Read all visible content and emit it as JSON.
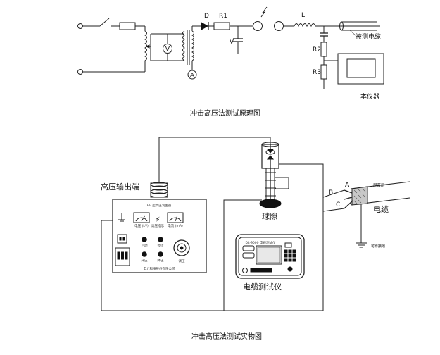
{
  "schematic": {
    "caption": "冲击高压法测试原理图",
    "labels": {
      "diode": "D",
      "resistor1": "R1",
      "capacitor": "V",
      "inductor": "L",
      "resistor2": "R2",
      "resistor3": "R3",
      "voltmeter": "V",
      "ammeter": "A",
      "cable": "被测电缆",
      "instrument": "本仪器"
    }
  },
  "physical": {
    "caption": "冲击高压法测试实物图",
    "hv_output": "高压输出端",
    "sphere_gap": "球隙",
    "tester": "电缆测试仪",
    "cable": "电缆",
    "shield": "屏蔽层",
    "ground": "可靠接地",
    "wire_labels": {
      "a": "A",
      "b": "B",
      "c": "C"
    },
    "panel": {
      "title": "HF 型高压发生器",
      "meter1_label": "电压 (kV)",
      "meter2_label": "电流 (mA)",
      "lightning_label": "高压指示",
      "footer": "电力科技股份有限公司",
      "btn_labels": [
        "启动",
        "停止",
        "升压",
        "降压"
      ],
      "knob_label": "调压"
    },
    "tester_panel": {
      "title": "DL-9000 电缆测试仪"
    }
  }
}
